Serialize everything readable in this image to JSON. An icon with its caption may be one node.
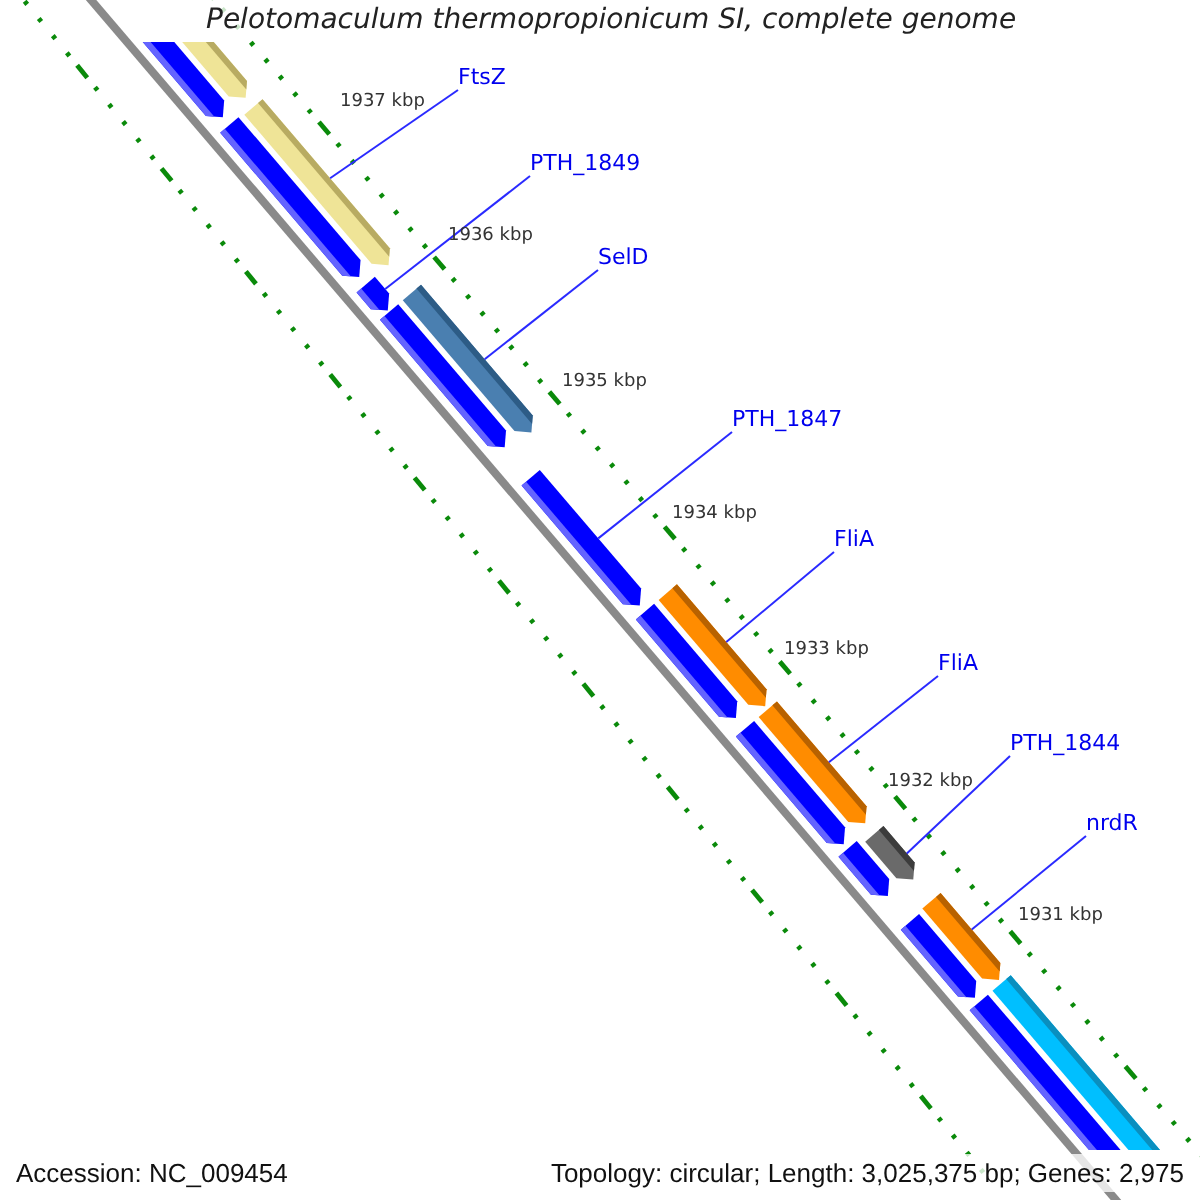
{
  "diagram": {
    "title": "Pelotomaculum thermopropionicum SI, complete genome",
    "nodes": [
      {
        "text": [
          "FtsZ"
        ]
      },
      {
        "text": [
          "PTH_1849"
        ]
      },
      {
        "text": [
          "SelD"
        ]
      },
      {
        "text": [
          "PTH_1847"
        ]
      },
      {
        "text": [
          "FliA"
        ]
      },
      {
        "text": [
          "FliA"
        ]
      },
      {
        "text": [
          "PTH_1844"
        ]
      },
      {
        "text": [
          "nrdR"
        ]
      },
      {
        "text": [],
        "shape": "bar"
      },
      {
        "text": [],
        "shape": "bar"
      },
      {
        "text": [],
        "shape": "bar"
      },
      {
        "text": [],
        "shape": "bar"
      },
      {
        "text": [],
        "shape": "bar"
      },
      {
        "text": [],
        "shape": "bar"
      },
      {
        "text": [],
        "shape": "bar"
      },
      {
        "text": [],
        "shape": "bar"
      },
      {
        "text": [],
        "shape": "bar"
      },
      {
        "text": [],
        "shape": "bar"
      },
      {
        "text": [],
        "shape": "bar"
      },
      {
        "text": [],
        "shape": "bar"
      },
      {
        "text": [],
        "shape": "bar"
      },
      {
        "text": [],
        "shape": "bar"
      },
      {
        "text": [],
        "shape": "bar"
      },
      {
        "text": [],
        "shape": "bar"
      },
      {
        "text": [],
        "shape": "bar"
      },
      {
        "text": [],
        "shape": "bar"
      }
    ],
    "edges": [
      {
        "from": 0,
        "to": 11,
        "arrow": "none"
      },
      {
        "from": 1,
        "to": 12,
        "arrow": "none"
      },
      {
        "from": 2,
        "to": 13,
        "arrow": "none"
      },
      {
        "from": 3,
        "to": 15,
        "arrow": "none"
      },
      {
        "from": 4,
        "to": 16,
        "arrow": "none"
      },
      {
        "from": 5,
        "to": 18,
        "arrow": "none"
      },
      {
        "from": 6,
        "to": 21,
        "arrow": "none"
      },
      {
        "from": 7,
        "to": 22,
        "arrow": "none"
      }
    ],
    "labels": [
      "1937 kbp",
      "1936 kbp",
      "1935 kbp",
      "1934 kbp",
      "1933 kbp",
      "1932 kbp",
      "1931 kbp",
      "Accession: NC_009454",
      "Topology: circular; Length: 3,025,375 bp; Genes: 2,975"
    ]
  }
}
